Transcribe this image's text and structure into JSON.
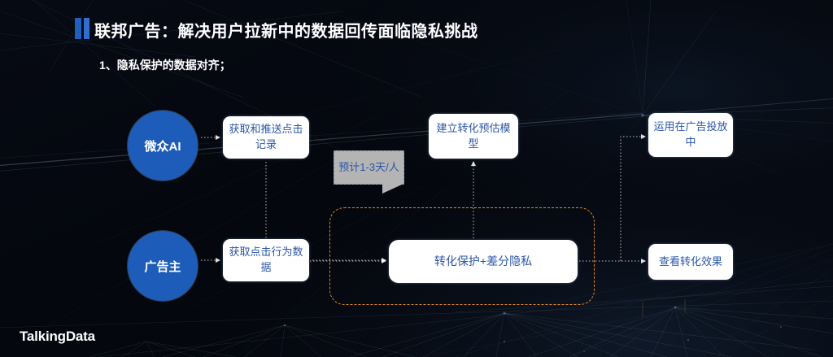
{
  "slide": {
    "title": "联邦广告：解决用户拉新中的数据回传面临隐私挑战",
    "subtitle": "1、隐私保护的数据对齐；",
    "logo": "TalkingData",
    "colors": {
      "background": "#05080f",
      "accent_blue": "#1d5cb8",
      "box_text_blue": "#2b56a7",
      "dashed_orange": "#e08a2b",
      "callout_gray": "#b4b4b4",
      "title_white": "#ffffff"
    }
  },
  "actors": [
    {
      "id": "wezhong-ai",
      "label": "微众AI"
    },
    {
      "id": "advertiser",
      "label": "广告主"
    }
  ],
  "nodes": [
    {
      "id": "fetch-push",
      "label": "获取和推送点击记录"
    },
    {
      "id": "build-model",
      "label": "建立转化预估模型"
    },
    {
      "id": "apply-ad",
      "label": "运用在广告投放中"
    },
    {
      "id": "fetch-click",
      "label": "获取点击行为数据"
    },
    {
      "id": "center",
      "label": "转化保护+差分隐私"
    },
    {
      "id": "view-effect",
      "label": "查看转化效果"
    }
  ],
  "callout": {
    "label": "预计1-3天/人"
  }
}
